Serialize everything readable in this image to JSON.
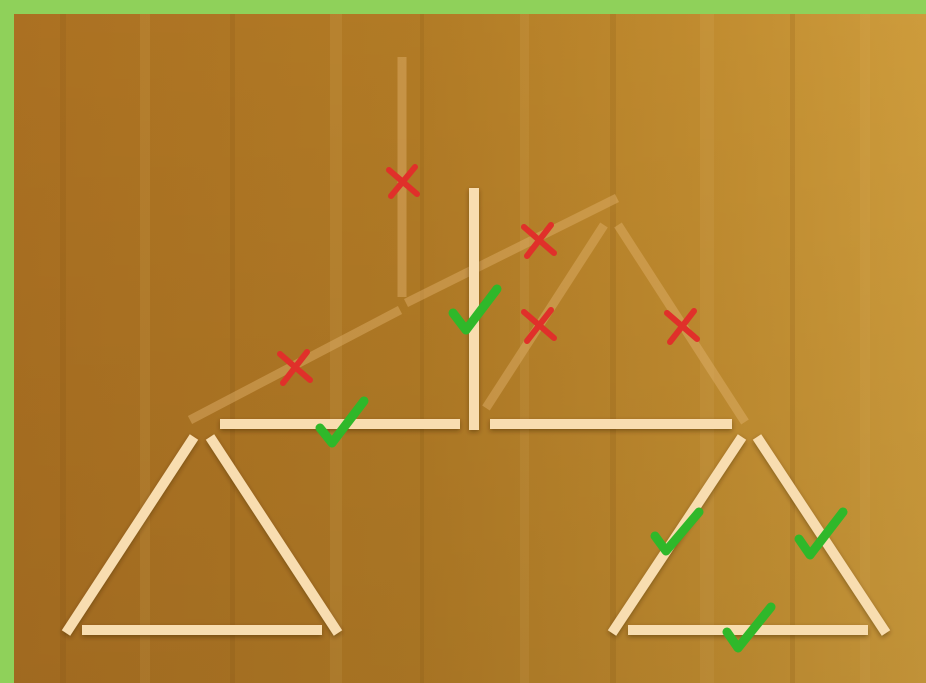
{
  "puzzle": {
    "type": "matchstick-scales",
    "stick_color": "#f8ddb0",
    "ghost_stick_color": "#e2b36e",
    "board_color_dark": "#b17722",
    "board_color_light": "#d9a23e",
    "frame_color": "#8fd15a",
    "check_color": "#2fb82a",
    "cross_color": "#e0302a",
    "kept_sticks": [
      "vertical-post",
      "left-beam",
      "right-beam",
      "left-pan-left-side",
      "left-pan-right-side",
      "left-pan-base",
      "right-pan-left-side",
      "right-pan-right-side",
      "right-pan-base"
    ],
    "removed_sticks": [
      "top-vertical-ghost",
      "lower-diagonal-ghost",
      "upper-diagonal-ghost",
      "peak-left-ghost",
      "peak-right-ghost"
    ],
    "marks": {
      "checks": 5,
      "crosses": 5
    },
    "icons": {
      "check": "check-icon",
      "cross": "cross-icon"
    }
  }
}
